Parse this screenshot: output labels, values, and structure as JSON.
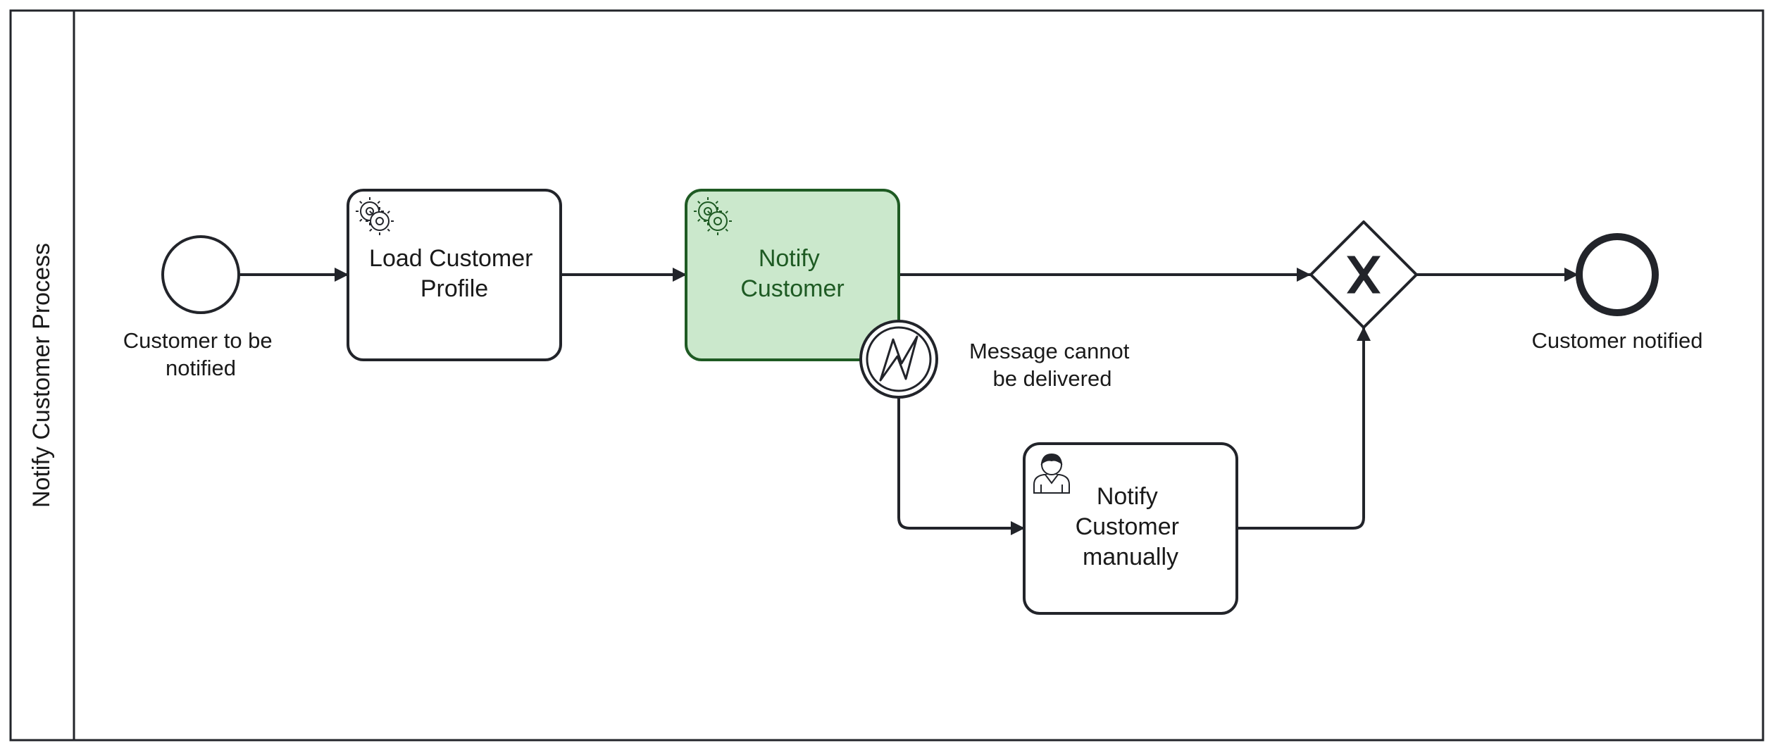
{
  "pool": {
    "label": "Notify Customer Process"
  },
  "start_event": {
    "label_lines": [
      "Customer to be",
      "notified"
    ]
  },
  "task_load_profile": {
    "type": "service-task",
    "icon": "gear-icon",
    "label_lines": [
      "Load Customer",
      "Profile"
    ]
  },
  "task_notify": {
    "type": "service-task",
    "icon": "gear-icon",
    "label_lines": [
      "Notify",
      "Customer"
    ],
    "state": "active"
  },
  "boundary_event": {
    "type": "error-boundary-event",
    "icon": "lightning-icon",
    "label_lines": [
      "Message cannot",
      "be delivered"
    ]
  },
  "task_manual": {
    "type": "user-task",
    "icon": "user-icon",
    "label_lines": [
      "Notify",
      "Customer",
      "manually"
    ]
  },
  "gateway": {
    "type": "exclusive-gateway",
    "icon": "x-icon"
  },
  "end_event": {
    "label_lines": [
      "Customer notified"
    ]
  },
  "colors": {
    "stroke": "#22242a",
    "active_fill": "#cbe8cc",
    "active_stroke": "#1e5a23",
    "active_text": "#1e5a23",
    "background": "#ffffff"
  }
}
